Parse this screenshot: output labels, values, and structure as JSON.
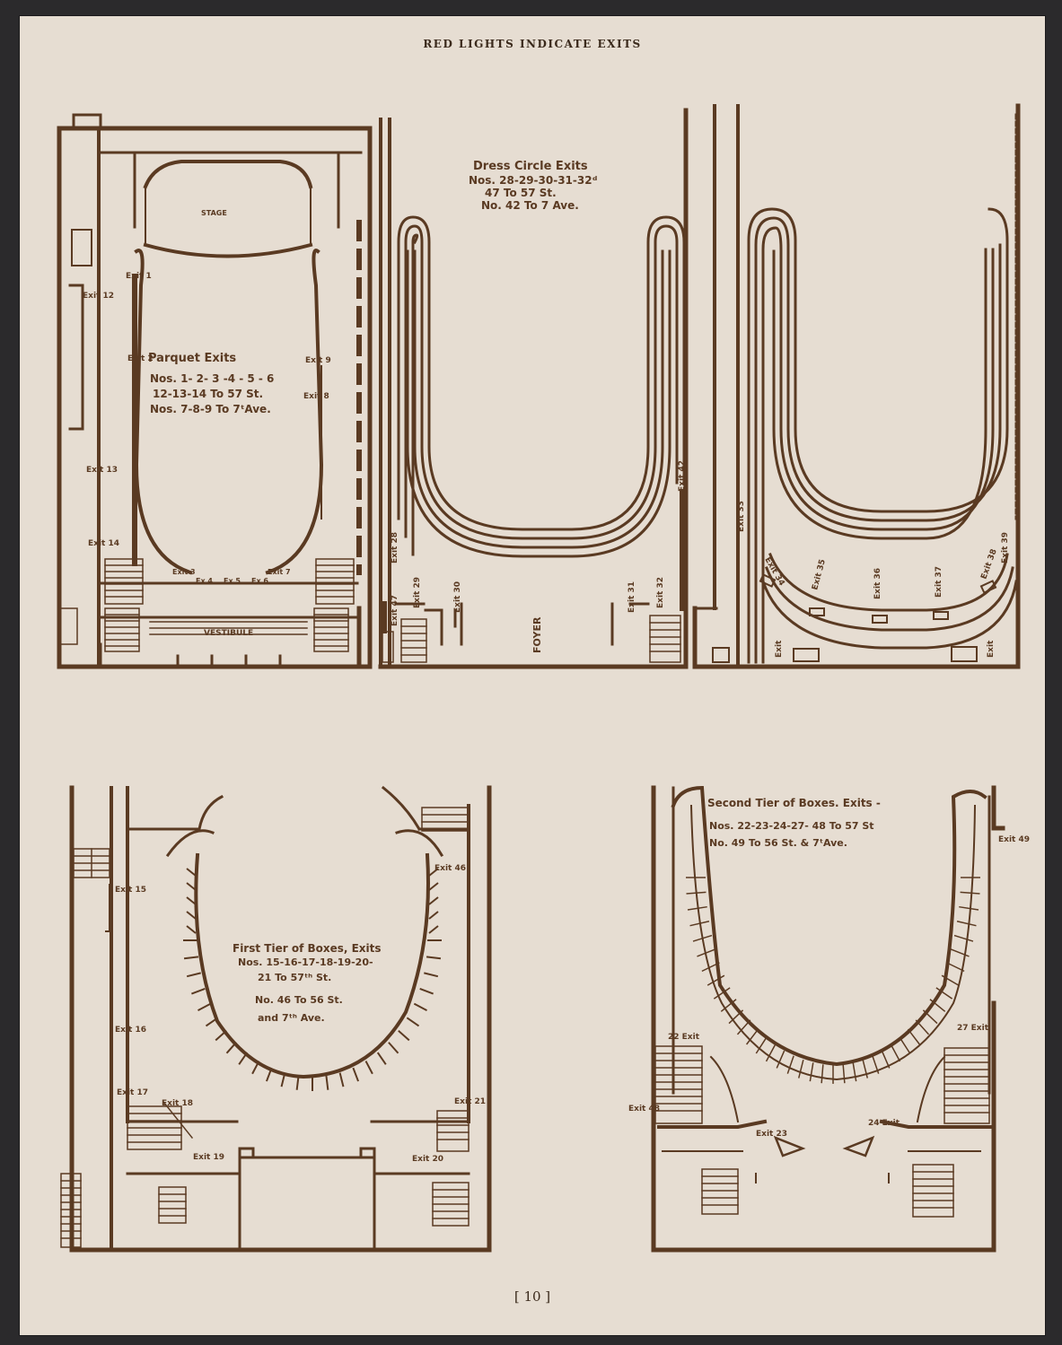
{
  "header": "RED LIGHTS INDICATE EXITS",
  "folio": "[ 10 ]",
  "plans": {
    "parquet": {
      "title": "Parquet Exits",
      "lines": [
        "Nos. 1- 2- 3 -4 - 5 - 6",
        "12-13-14 To 57 St.",
        "Nos. 7-8-9 To 7ᵗAve."
      ],
      "stage": "STAGE",
      "vestibule": "VESTIBULE",
      "exits": [
        "Exit 1",
        "Exit 2",
        "Exit 3",
        "Ex 4",
        "Ex 5",
        "Ex 6",
        "Exit 7",
        "Exit 8",
        "Exit 9",
        "Exit 12",
        "Exit 13",
        "Exit 14"
      ]
    },
    "dress_circle": {
      "title": "Dress Circle Exits",
      "lines": [
        "Nos. 28-29-30-31-32ᵈ",
        "47 To 57 St.",
        "No. 42 To 7 Ave."
      ],
      "foyer": "FOYER",
      "exits": [
        "Exit 28",
        "Exit 29",
        "Exit 30",
        "Exit 31",
        "Exit 32",
        "Exit 42",
        "Exit 47",
        "Exit 33",
        "Exit 34",
        "Exit 35",
        "Exit 36",
        "Exit 37",
        "Exit 38",
        "Exit 39",
        "Exit",
        "Exit"
      ]
    },
    "first_tier": {
      "title": "First Tier of Boxes, Exits",
      "lines": [
        "Nos. 15-16-17-18-19-20-",
        "21 To 57ᵗʰ St.",
        "No. 46 To 56 St.",
        "and 7ᵗʰ Ave."
      ],
      "exits": [
        "Exit 15",
        "Exit 16",
        "Exit 17",
        "Exit 18",
        "Exit 19",
        "Exit 20",
        "Exit 21",
        "Exit 46"
      ]
    },
    "second_tier": {
      "title": "Second Tier of Boxes. Exits -",
      "lines": [
        "Nos. 22-23-24-27- 48 To 57 St",
        "No. 49 To 56 St. & 7ᵗAve."
      ],
      "exits": [
        "22 Exit",
        "27 Exit",
        "Exit 23",
        "24 Exit",
        "Exit 48",
        "Exit 49"
      ]
    }
  },
  "colors": {
    "paper": "#e6ddd2",
    "ink": "#5a3a22",
    "border": "#2b2a2c"
  }
}
